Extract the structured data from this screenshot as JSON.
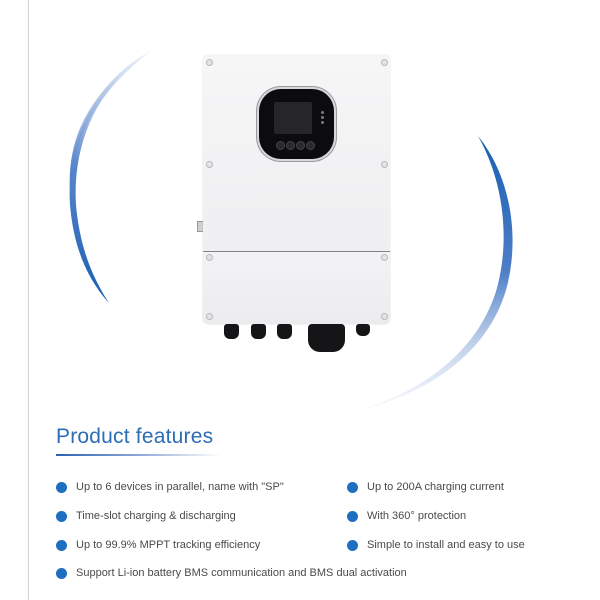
{
  "section": {
    "title": "Product features"
  },
  "features": {
    "left": [
      "Up to 6 devices in parallel, name with \"SP\"",
      "Time-slot charging & discharging",
      "Up to 99.9% MPPT tracking efficiency"
    ],
    "right": [
      "Up to 200A charging current",
      "With 360° protection",
      "Simple to install and easy to use"
    ],
    "full_width": [
      "Support Li-ion battery BMS communication and BMS dual activation"
    ]
  },
  "colors": {
    "accent": "#2d6db5",
    "bullet": "#1f6fc0",
    "text": "#4a4a4a",
    "arc_dark": "#1f63b5",
    "arc_light": "#dfe6f4"
  },
  "product_image": {
    "subject": "hybrid-solar-inverter",
    "parts": [
      "display-screen",
      "control-buttons",
      "status-leds",
      "cable-glands"
    ]
  }
}
